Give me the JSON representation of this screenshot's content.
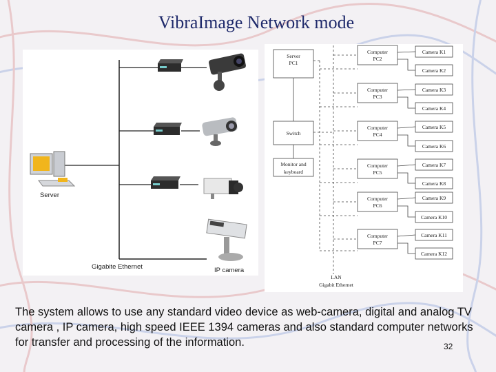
{
  "slide": {
    "title": "VibraImage Network mode",
    "caption": "The system allows to use any standard video device as web-camera, digital and analog TV camera , IP camera, high speed IEEE 1394 cameras and also standard computer networks for transfer and processing of the information.",
    "page_number": "32"
  },
  "photo_diagram": {
    "server_label": "Server",
    "ethernet_label": "Gigabite Ethernet",
    "ip_camera_label": "IP camera"
  },
  "network_diagram": {
    "server_pc_line1": "Server",
    "server_pc_line2": "PC1",
    "switch_label": "Switch",
    "monitor_line1": "Monitor and",
    "monitor_line2": "keyboard",
    "lan_line1": "LAN",
    "lan_line2": "Gigabit Ethernet",
    "computers": [
      {
        "line1": "Computer",
        "line2": "PC2"
      },
      {
        "line1": "Computer",
        "line2": "PC3"
      },
      {
        "line1": "Computer",
        "line2": "PC4"
      },
      {
        "line1": "Computer",
        "line2": "PC5"
      },
      {
        "line1": "Computer",
        "line2": "PC6"
      },
      {
        "line1": "Computer",
        "line2": "PC7"
      }
    ],
    "cameras": [
      "Camera K1",
      "Camera K2",
      "Camera K3",
      "Camera K4",
      "Camera K5",
      "Camera K6",
      "Camera K7",
      "Camera K8",
      "Camera K9",
      "Camera K10",
      "Camera K11",
      "Camera K12"
    ]
  }
}
